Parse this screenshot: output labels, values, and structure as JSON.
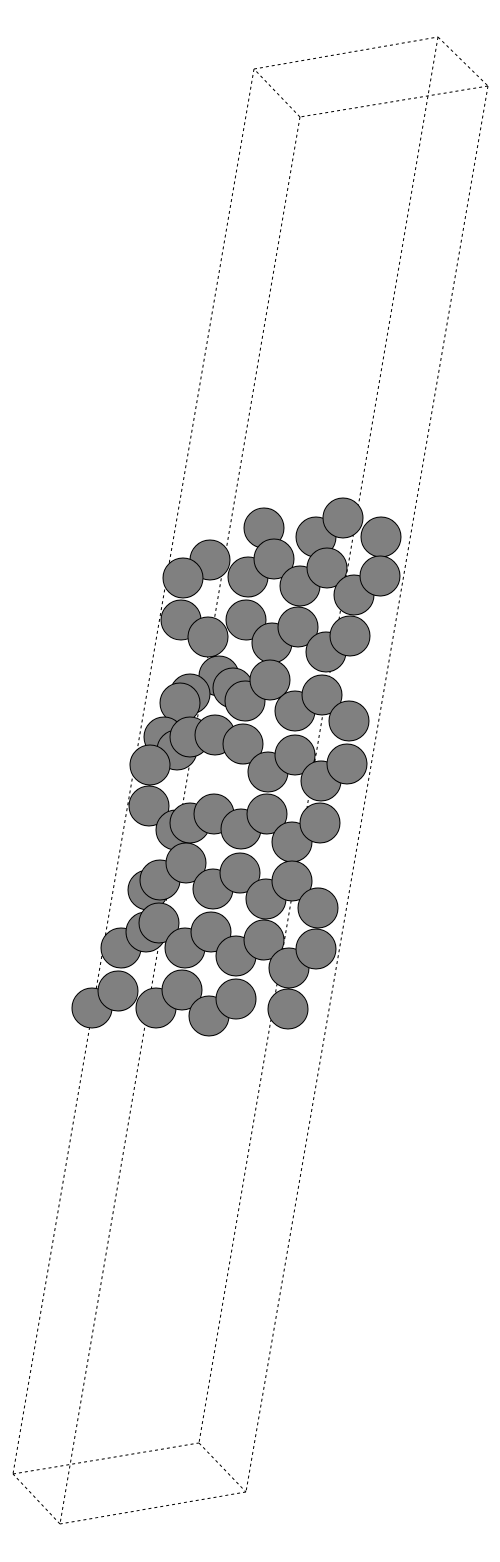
{
  "scene": {
    "type": "atomistic-structure-render",
    "boundary_style": "dashed-wireframe-box",
    "atom_style": "filled-circles-with-black-outline",
    "background_color": "#ffffff",
    "atom_fill_color": "#808080",
    "outline_color": "#000000"
  }
}
